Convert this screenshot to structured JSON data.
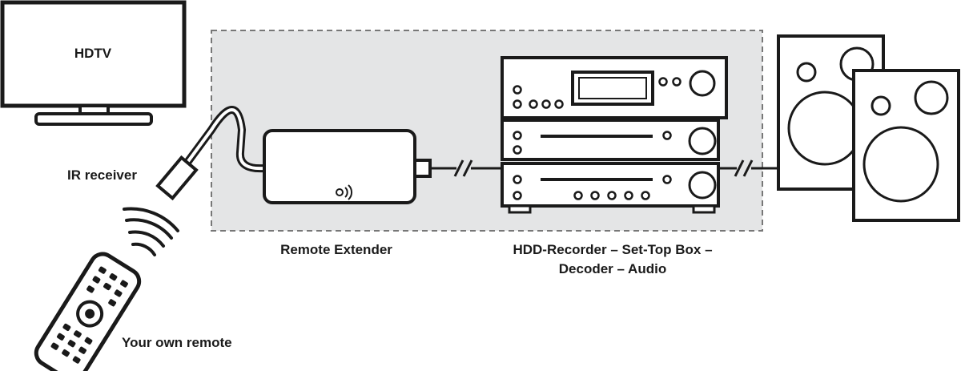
{
  "labels": {
    "tv": "HDTV",
    "ir_receiver": "IR receiver",
    "remote_extender": "Remote Extender",
    "devices_line1": "HDD-Recorder – Set-Top Box –",
    "devices_line2": "Decoder – Audio",
    "remote": "Your own remote"
  },
  "colors": {
    "stroke": "#1a1a1a",
    "zone_fill": "#e4e5e6",
    "zone_border": "#777777",
    "background": "#ffffff"
  }
}
